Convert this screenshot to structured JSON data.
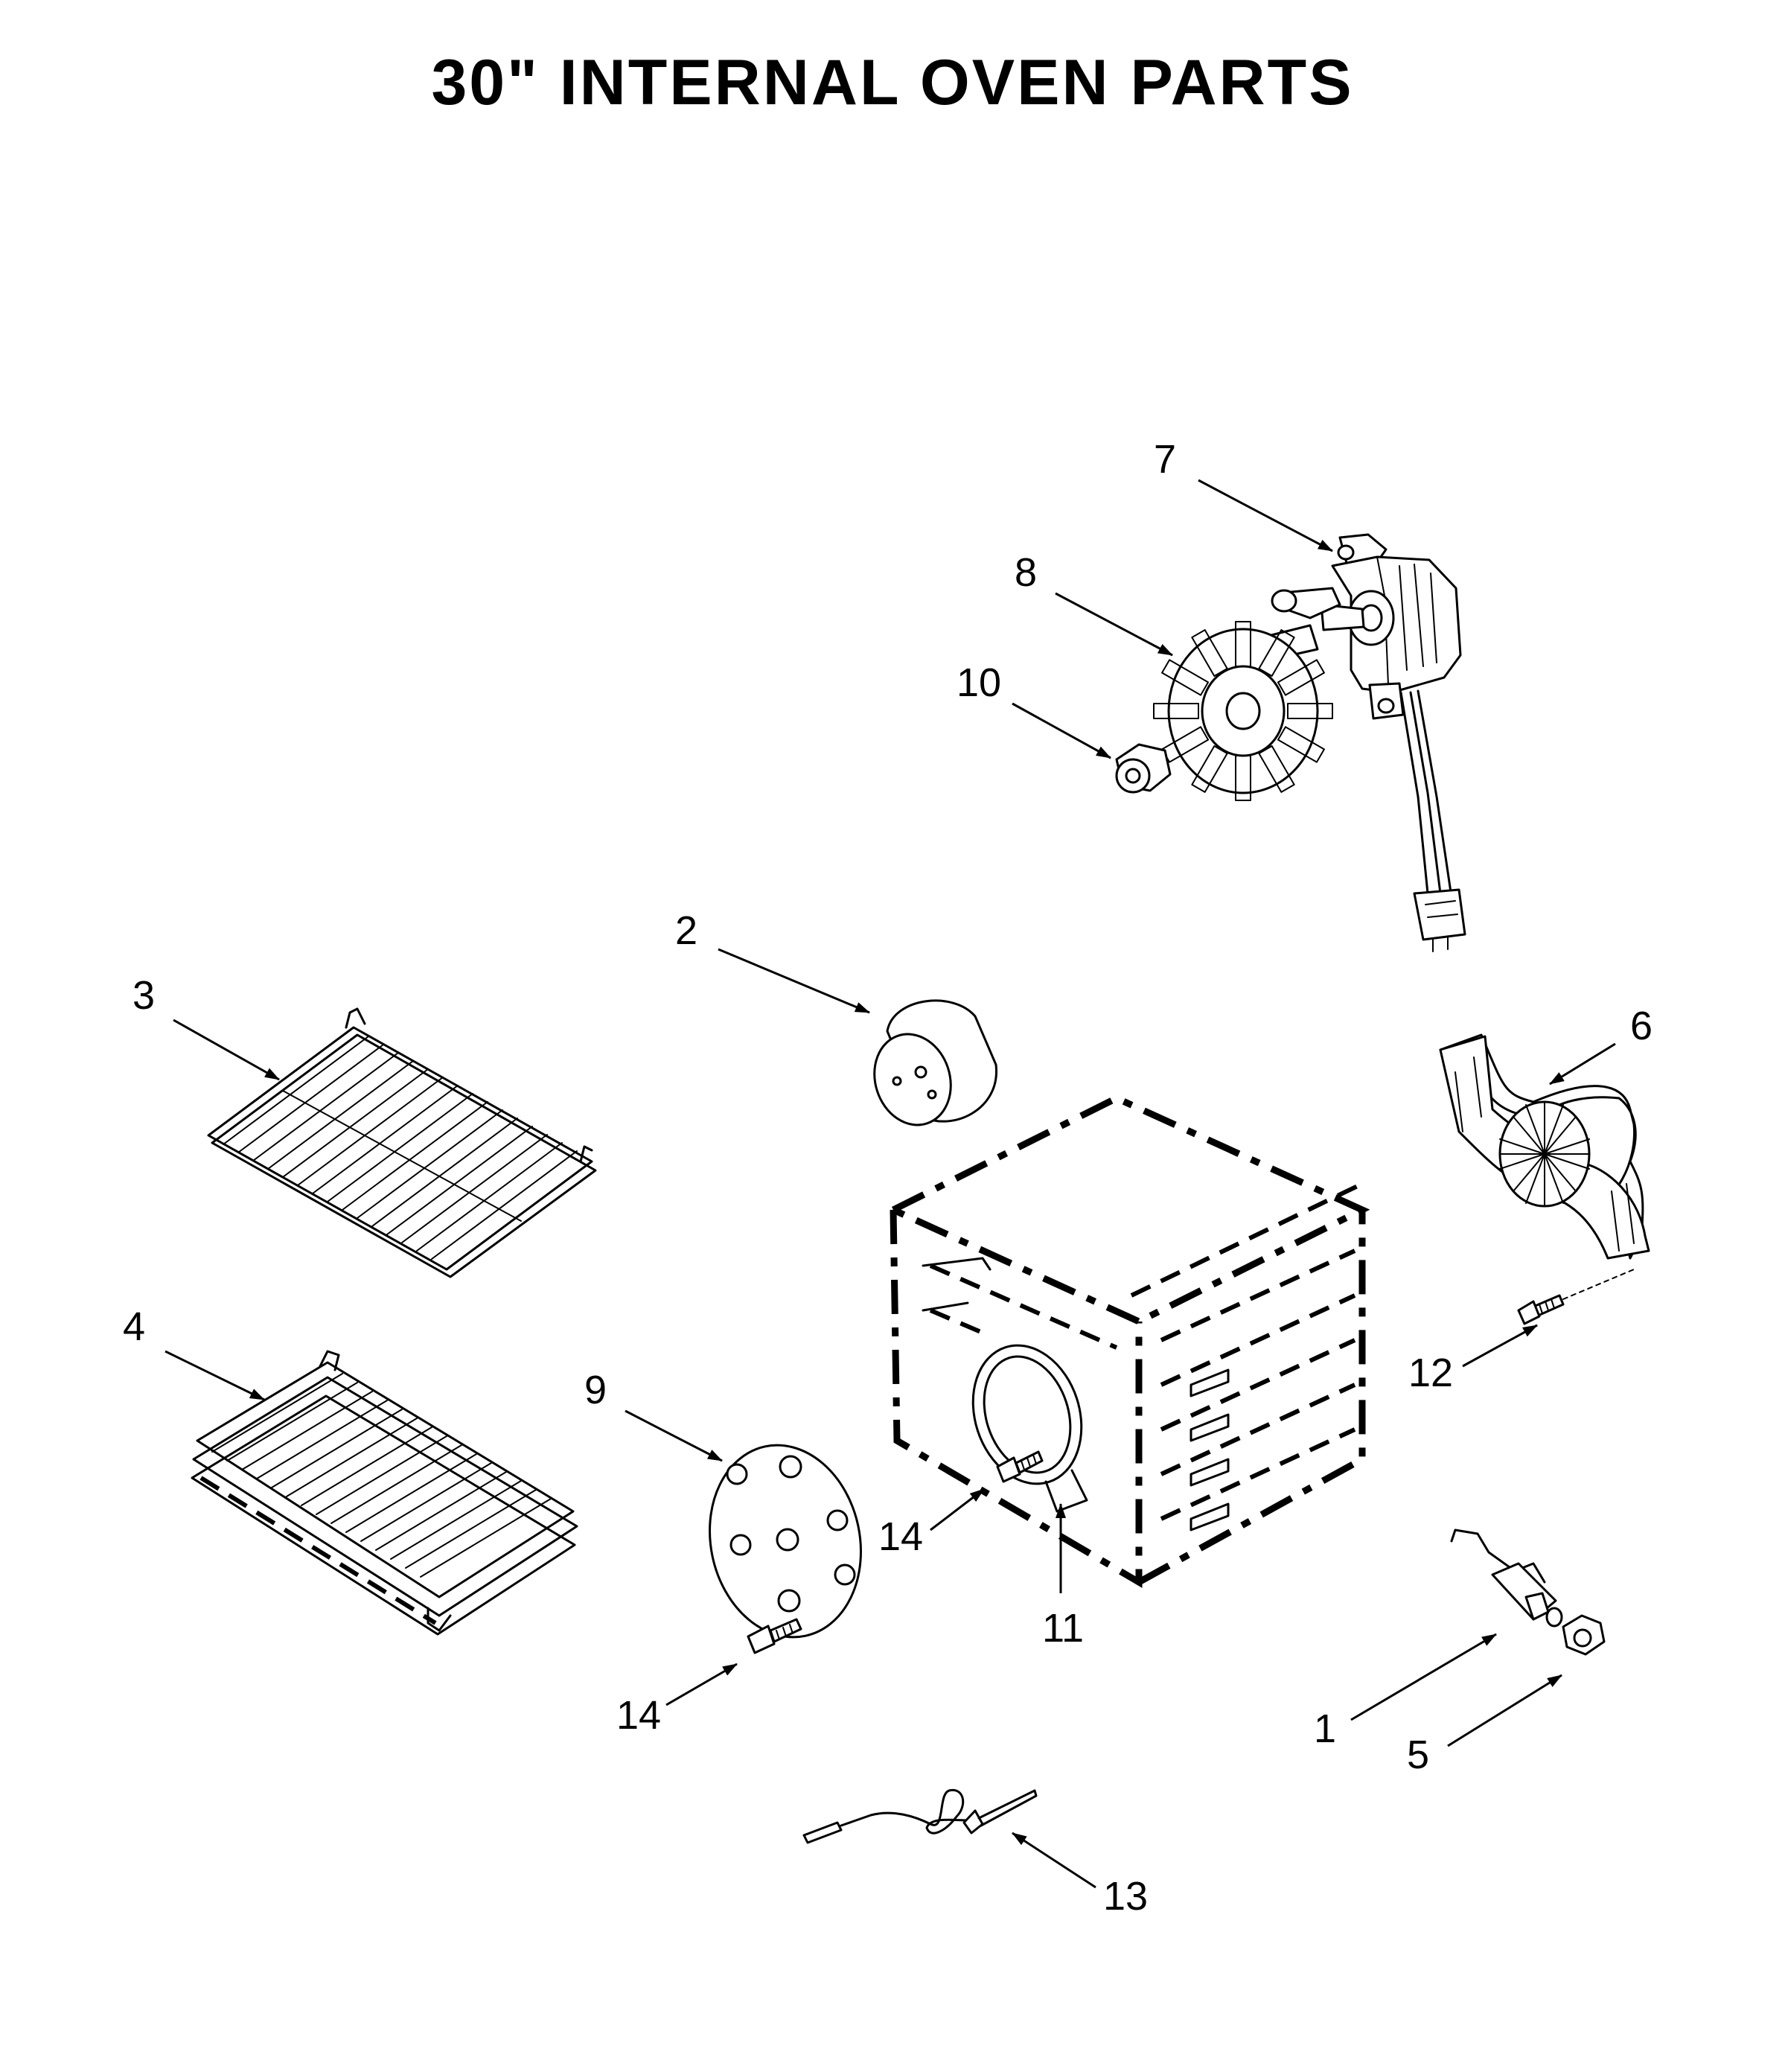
{
  "title": "30\" INTERNAL OVEN PARTS",
  "callouts": [
    {
      "key": "c7",
      "number": "7",
      "part": "convection fan motor"
    },
    {
      "key": "c8",
      "number": "8",
      "part": "convection fan blade"
    },
    {
      "key": "c10",
      "number": "10",
      "part": "fan blade nut"
    },
    {
      "key": "c2",
      "number": "2",
      "part": "oven light lens cover"
    },
    {
      "key": "c3",
      "number": "3",
      "part": "oven rack"
    },
    {
      "key": "c6",
      "number": "6",
      "part": "convection fan baffle"
    },
    {
      "key": "c4",
      "number": "4",
      "part": "roll-out oven rack"
    },
    {
      "key": "c9",
      "number": "9",
      "part": "fan cover plate"
    },
    {
      "key": "c12",
      "number": "12",
      "part": "screw"
    },
    {
      "key": "c14a",
      "number": "14",
      "part": "screw"
    },
    {
      "key": "c11",
      "number": "11",
      "part": "oven cavity"
    },
    {
      "key": "c14b",
      "number": "14",
      "part": "screw"
    },
    {
      "key": "c1",
      "number": "1",
      "part": "temperature sensor"
    },
    {
      "key": "c5",
      "number": "5",
      "part": "nut"
    },
    {
      "key": "c13",
      "number": "13",
      "part": "meat probe"
    }
  ]
}
